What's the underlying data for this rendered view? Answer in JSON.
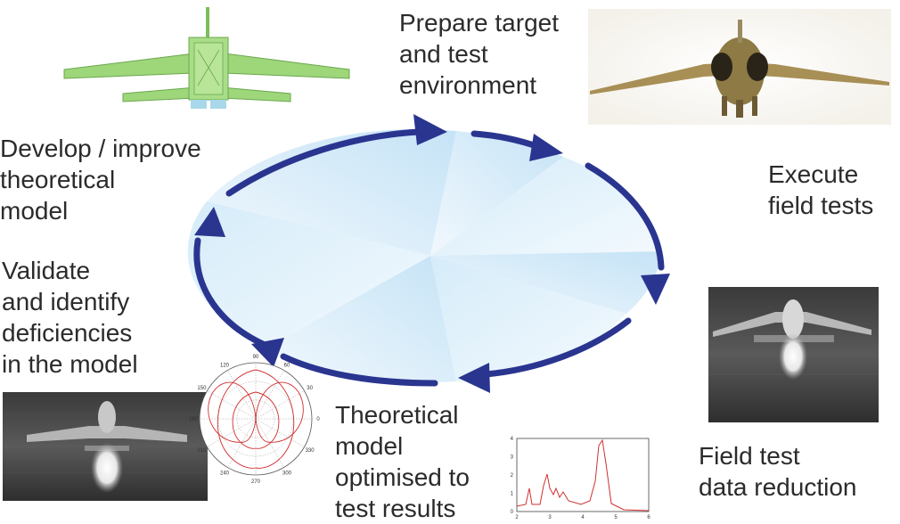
{
  "labels": {
    "prepare": "Prepare target\nand test\nenvironment",
    "develop": "Develop / improve\ntheoretical\nmodel",
    "execute": "Execute\nfield tests",
    "validate": "Validate\nand identify\ndeficiencies\nin the model",
    "theory": "Theoretical\nmodel\noptimised to\ntest results",
    "field": "Field test\ndata reduction"
  },
  "polar": {
    "angle_labels": [
      "90",
      "60",
      "30",
      "0",
      "330",
      "300",
      "270",
      "240",
      "210",
      "180",
      "150",
      "120"
    ]
  },
  "spectrum": {
    "x_ticks": [
      "2",
      "3",
      "4",
      "5",
      "6"
    ],
    "y_ticks": [
      "0",
      "1",
      "2",
      "3",
      "4"
    ]
  },
  "colors": {
    "arrow": "#2a3590",
    "pie_light": "#e8f4fc",
    "pie_dark": "#bfdff3",
    "aircraft_model": "#9ed67a",
    "plot_line": "#d03030"
  }
}
